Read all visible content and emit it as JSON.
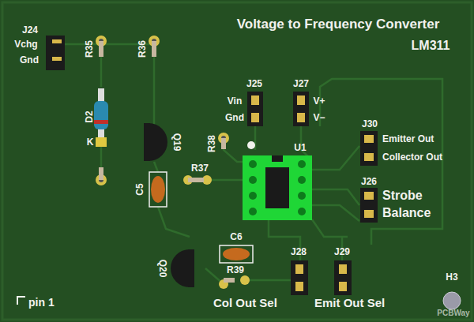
{
  "diagram": {
    "title": "Voltage to Frequency Converter",
    "labels": [
      "LM311",
      "J24",
      "Vchg",
      "Gnd",
      "R35",
      "R36",
      "D2",
      "K",
      "Q19",
      "C5",
      "R37",
      "R38",
      "J25",
      "Vin",
      "Gnd",
      "J27",
      "V+",
      "V−",
      "U1",
      "J30",
      "Emitter Out",
      "Collector Out",
      "J26",
      "Strobe",
      "Balance",
      "Q20",
      "C6",
      "R39",
      "J28",
      "J29",
      "Col Out Sel",
      "Emit Out Sel",
      "H3",
      "pin 1",
      "PCBWay"
    ]
  }
}
